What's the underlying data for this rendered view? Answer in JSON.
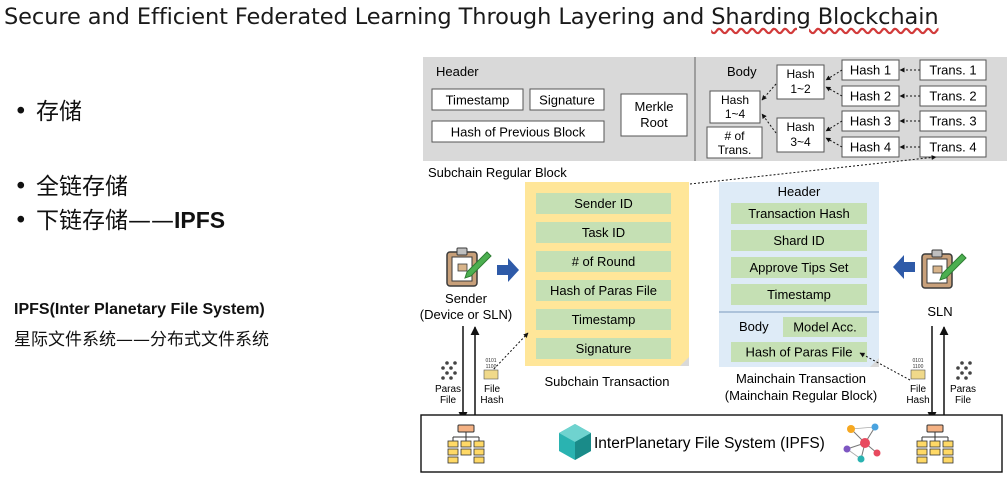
{
  "title": {
    "main": "Secure and Efficient Federated Learning Through Layering and ",
    "underlined": "Sharding Blockchain"
  },
  "bullets": [
    {
      "text": "存储"
    },
    {
      "text": "全链存储"
    },
    {
      "text_prefix": "下链存储——",
      "text_bold": "IPFS"
    }
  ],
  "ipfs_note": {
    "title": "IPFS(Inter Planetary File System)",
    "subtitle": "星际文件系统——分布式文件系统"
  },
  "diagram": {
    "regular_block": {
      "header_label": "Header",
      "timestamp": "Timestamp",
      "signature": "Signature",
      "prev_hash": "Hash of Previous Block",
      "merkle_root_line1": "Merkle",
      "merkle_root_line2": "Root",
      "body_label": "Body",
      "hash_1_4_line1": "Hash",
      "hash_1_4_line2": "1~4",
      "num_trans_line1": "# of",
      "num_trans_line2": "Trans.",
      "hash_1_2_line1": "Hash",
      "hash_1_2_line2": "1~2",
      "hash_3_4_line1": "Hash",
      "hash_3_4_line2": "3~4",
      "hashes": [
        "Hash 1",
        "Hash 2",
        "Hash 3",
        "Hash 4"
      ],
      "transactions": [
        "Trans. 1",
        "Trans. 2",
        "Trans. 3",
        "Trans. 4"
      ],
      "caption": "Subchain Regular Block"
    },
    "subchain_tx": {
      "fields": [
        "Sender ID",
        "Task ID",
        "# of Round",
        "Hash of Paras File",
        "Timestamp",
        "Signature"
      ],
      "caption": "Subchain Transaction"
    },
    "mainchain_tx": {
      "header_label": "Header",
      "header_fields": [
        "Transaction Hash",
        "Shard ID",
        "Approve Tips Set",
        "Timestamp"
      ],
      "body_label": "Body",
      "model_acc": "Model Acc.",
      "hash_paras": "Hash of Paras File",
      "caption_line1": "Mainchain Transaction",
      "caption_line2": "(Mainchain Regular Block)"
    },
    "sender": {
      "line1": "Sender",
      "line2": "(Device or SLN)"
    },
    "sln": "SLN",
    "left_icons": {
      "paras_line1": "Paras",
      "paras_line2": "File",
      "hash_line1": "File",
      "hash_line2": "Hash"
    },
    "right_icons": {
      "hash_line1": "File",
      "hash_line2": "Hash",
      "paras_line1": "Paras",
      "paras_line2": "File"
    },
    "ipfs_bar": "InterPlanetary File System (IPFS)",
    "colors": {
      "block_bg": "#d9d9d9",
      "subchain_bg": "#ffe699",
      "mainchain_bg": "#deebf7",
      "field_green": "#c5e0b4",
      "arrow_blue": "#2e5aa8",
      "ipfs_teal": "#2ab3b1"
    }
  }
}
